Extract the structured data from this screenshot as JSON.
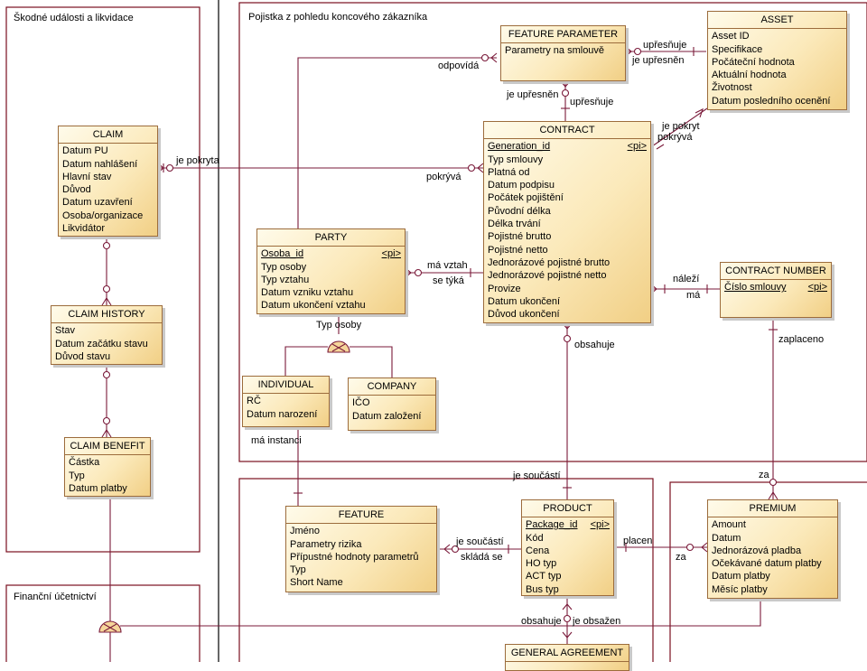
{
  "frames": {
    "claims": "Škodné události a likvidace",
    "customer": "Pojistka z pohledu koncového zákazníka",
    "finance": "Finanční účetnictví"
  },
  "entities": {
    "claim": {
      "name": "CLAIM",
      "attrs": [
        "Datum PU",
        "Datum nahlášení",
        "Hlavní stav",
        "Důvod",
        "Datum uzavření",
        "Osoba/organizace",
        "Likvidátor"
      ]
    },
    "claim_history": {
      "name": "CLAIM HISTORY",
      "attrs": [
        "Stav",
        "Datum začátku stavu",
        "Důvod stavu"
      ]
    },
    "claim_benefit": {
      "name": "CLAIM BENEFIT",
      "attrs": [
        "Částka",
        "Typ",
        "Datum platby"
      ]
    },
    "feature_parameter": {
      "name": "FEATURE PARAMETER",
      "attrs": [
        "Parametry na smlouvě"
      ]
    },
    "asset": {
      "name": "ASSET",
      "attrs": [
        "Asset ID",
        "Specifikace",
        "Počáteční hodnota",
        "Aktuální hodnota",
        "Životnost",
        "Datum posledního ocenění"
      ]
    },
    "contract": {
      "name": "CONTRACT",
      "key": "Generation_id",
      "key_tag": "<pi>",
      "attrs": [
        "Typ smlouvy",
        "Platná od",
        "Datum podpisu",
        "Počátek pojištění",
        "Původní délka",
        "Délka trvání",
        "Pojistné brutto",
        "Pojistné netto",
        "Jednorázové pojistné brutto",
        "Jednorázové pojistné netto",
        "Provize",
        "Datum ukončení",
        "Důvod ukončení"
      ]
    },
    "party": {
      "name": "PARTY",
      "key": "Osoba_id",
      "key_tag": "<pi>",
      "attrs": [
        "Typ osoby",
        "Typ vztahu",
        "Datum vzniku vztahu",
        "Datum ukončení vztahu"
      ]
    },
    "contract_number": {
      "name": "CONTRACT NUMBER",
      "key": "Číslo smlouvy",
      "key_tag": "<pi>",
      "attrs": []
    },
    "individual": {
      "name": "INDIVIDUAL",
      "attrs": [
        "RČ",
        "Datum narození"
      ]
    },
    "company": {
      "name": "COMPANY",
      "attrs": [
        "IČO",
        "Datum založení"
      ]
    },
    "feature": {
      "name": "FEATURE",
      "attrs": [
        "Jméno",
        "Parametry rizika",
        "Přípustné hodnoty parametrů",
        "Typ",
        "Short Name"
      ]
    },
    "product": {
      "name": "PRODUCT",
      "key": "Package_id",
      "key_tag": "<pi>",
      "attrs": [
        "Kód",
        "Cena",
        "HO typ",
        "ACT typ",
        "Bus typ"
      ]
    },
    "premium": {
      "name": "PREMIUM",
      "attrs": [
        "Amount",
        "Datum",
        "Jednorázová pladba",
        "Očekávané datum platby",
        "Datum platby",
        "Měsíc platby"
      ]
    },
    "general_agreement": {
      "name": "GENERAL AGREEMENT",
      "attrs": []
    }
  },
  "relationships": {
    "je_pokryta": "je pokryta",
    "pokryva": "pokrývá",
    "odpovida": "odpovídá",
    "upresnuje_1": "upřesňuje",
    "je_upresnen_1": "je upřesněn",
    "je_upresnen_2": "je upřesněn",
    "upresnuje_2": "upřesňuje",
    "je_pokryt": "je pokryt",
    "pokryva_2": "pokrývá",
    "ma_vztah": "má vztah",
    "se_tyka": "se týká",
    "nalezi": "náleží",
    "ma": "má",
    "typ_osoby": "Typ osoby",
    "obsahuje": "obsahuje",
    "zaplaceno": "zaplaceno",
    "ma_instanci": "má instanci",
    "je_soucasti": "je součástí",
    "za_1": "za",
    "je_soucasti_2": "je součástí",
    "sklada_se": "skládá se",
    "placen": "placen",
    "za_2": "za",
    "obsahuje_2": "obsahuje",
    "je_obsazen": "je obsažen"
  },
  "colors": {
    "frame": "#7a0f1e",
    "link": "#7a1a3a",
    "entity_border": "#9c6c3c",
    "entity_fill": "#fbe9ba"
  }
}
